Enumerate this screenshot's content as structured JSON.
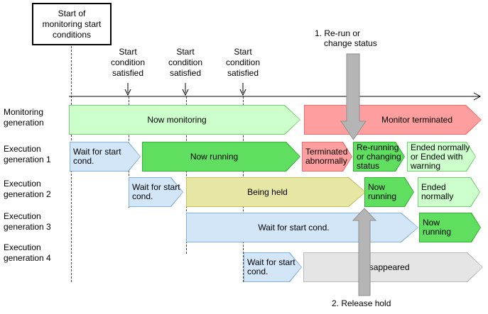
{
  "start_box": "Start of\nmonitoring start\nconditions",
  "condition_labels": [
    "Start\ncondition\nsatisfied",
    "Start\ncondition\nsatisfied",
    "Start\ncondition\nsatisfied"
  ],
  "annotations": {
    "rerun_line1": "1. Re-run or",
    "rerun_line2": "change status",
    "release_hold": "2. Release hold"
  },
  "row_labels": [
    "Monitoring\ngeneration",
    "Execution\ngeneration 1",
    "Execution\ngeneration 2",
    "Execution\ngeneration 3",
    "Execution\ngeneration 4"
  ],
  "bars": {
    "now_monitoring": "Now monitoring",
    "monitor_terminated": "Monitor terminated",
    "wait_gen1": "Wait for start\ncond.",
    "now_running_gen1": "Now running",
    "terminated_abnormally": "Terminated\nabnormally",
    "rerunning_or_changing": "Re-running\nor changing\nstatus",
    "ended_gen1": "Ended normally\nor Ended with\nwarning",
    "wait_gen2": "Wait for start\ncond.",
    "being_held": "Being held",
    "now_running_gen2": "Now\nrunning",
    "ended_gen2": "Ended\nnormally",
    "wait_gen3": "Wait for start cond.",
    "now_running_gen3": "Now\nrunning",
    "wait_gen4": "Wait for start\ncond.",
    "disappeared": "Disappeared"
  },
  "colors": {
    "pale_green_fill": "#CCFFCC",
    "pale_green_border": "#77D077",
    "bright_green_fill": "#5FDE5F",
    "bright_green_border": "#35B235",
    "pink_fill": "#FF9E9E",
    "pink_border": "#F26D6D",
    "light_blue_fill": "#D3E6F8",
    "light_blue_border": "#85B2D8",
    "khaki_fill": "#E7E7A5",
    "khaki_border": "#C2C25E",
    "gray_fill": "#E5E5E5",
    "gray_border": "#B9B9B9",
    "big_arrow_fill": "#B5B5B5",
    "big_arrow_border": "#8F8F8F"
  }
}
